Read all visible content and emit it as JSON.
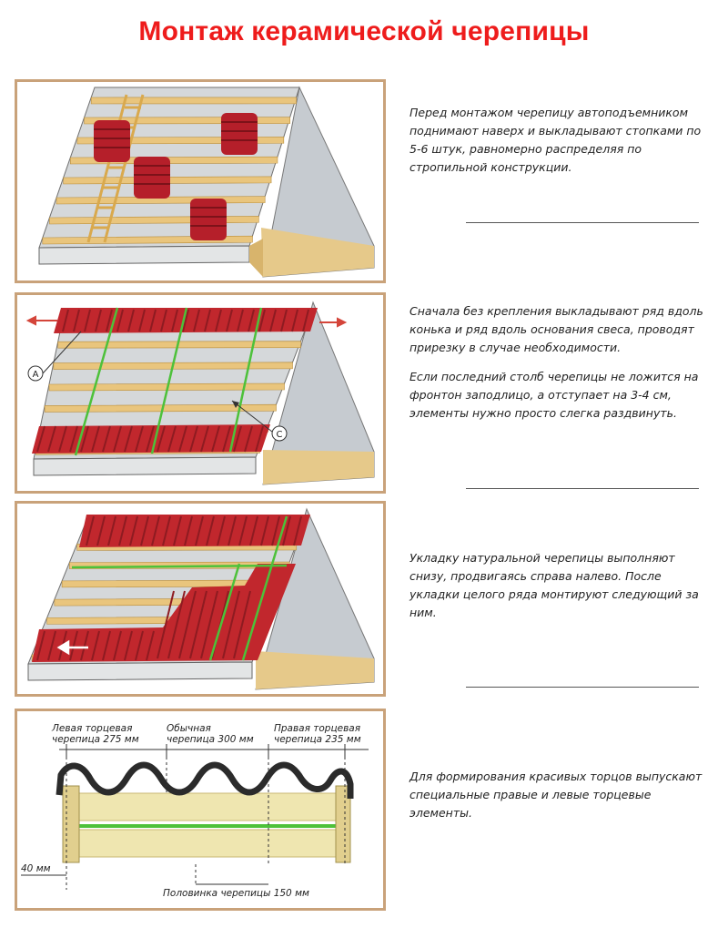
{
  "title": "Монтаж керамической черепицы",
  "colors": {
    "title": "#ee1c1c",
    "frame": "#c9a27a",
    "batten": "#e9c57d",
    "membrane": "#c9cdd0",
    "tile": "#c1272d",
    "guide_line": "#4dc13a",
    "text": "#222222"
  },
  "steps": [
    {
      "text": [
        "Перед монтажом черепицу автоподъемником поднимают наверх и выкладывают стопками по 5-6 штук, равномерно распределяя по стропильной конструкции."
      ]
    },
    {
      "text": [
        "Сначала без крепления выкладывают ряд вдоль конька и ряд вдоль основания свеса, проводят прирезку в случае необходимости.",
        "Если последний столб черепицы не ложится на фронтон заподлицо, а отступает на 3-4 см, элементы нужно просто слегка раздвинуть."
      ]
    },
    {
      "text": [
        "Укладку натуральной черепицы выполняют снизу, продвигаясь справа налево. После укладки целого ряда монтируют следующий за ним."
      ]
    },
    {
      "text": [
        "Для формирования красивых торцов выпускают специальные правые и левые торцевые элементы."
      ]
    }
  ],
  "diagram2": {
    "marker_a": "A",
    "marker_c": "C"
  },
  "diagram4": {
    "left_label": [
      "Левая торцевая",
      "черепица 275 мм"
    ],
    "middle_label": [
      "Обычная",
      "черепица 300 мм"
    ],
    "right_label": [
      "Правая торцевая",
      "черепица 235 мм"
    ],
    "bottom_label": "Половинка черепицы 150 мм",
    "side_label": "40 мм"
  }
}
